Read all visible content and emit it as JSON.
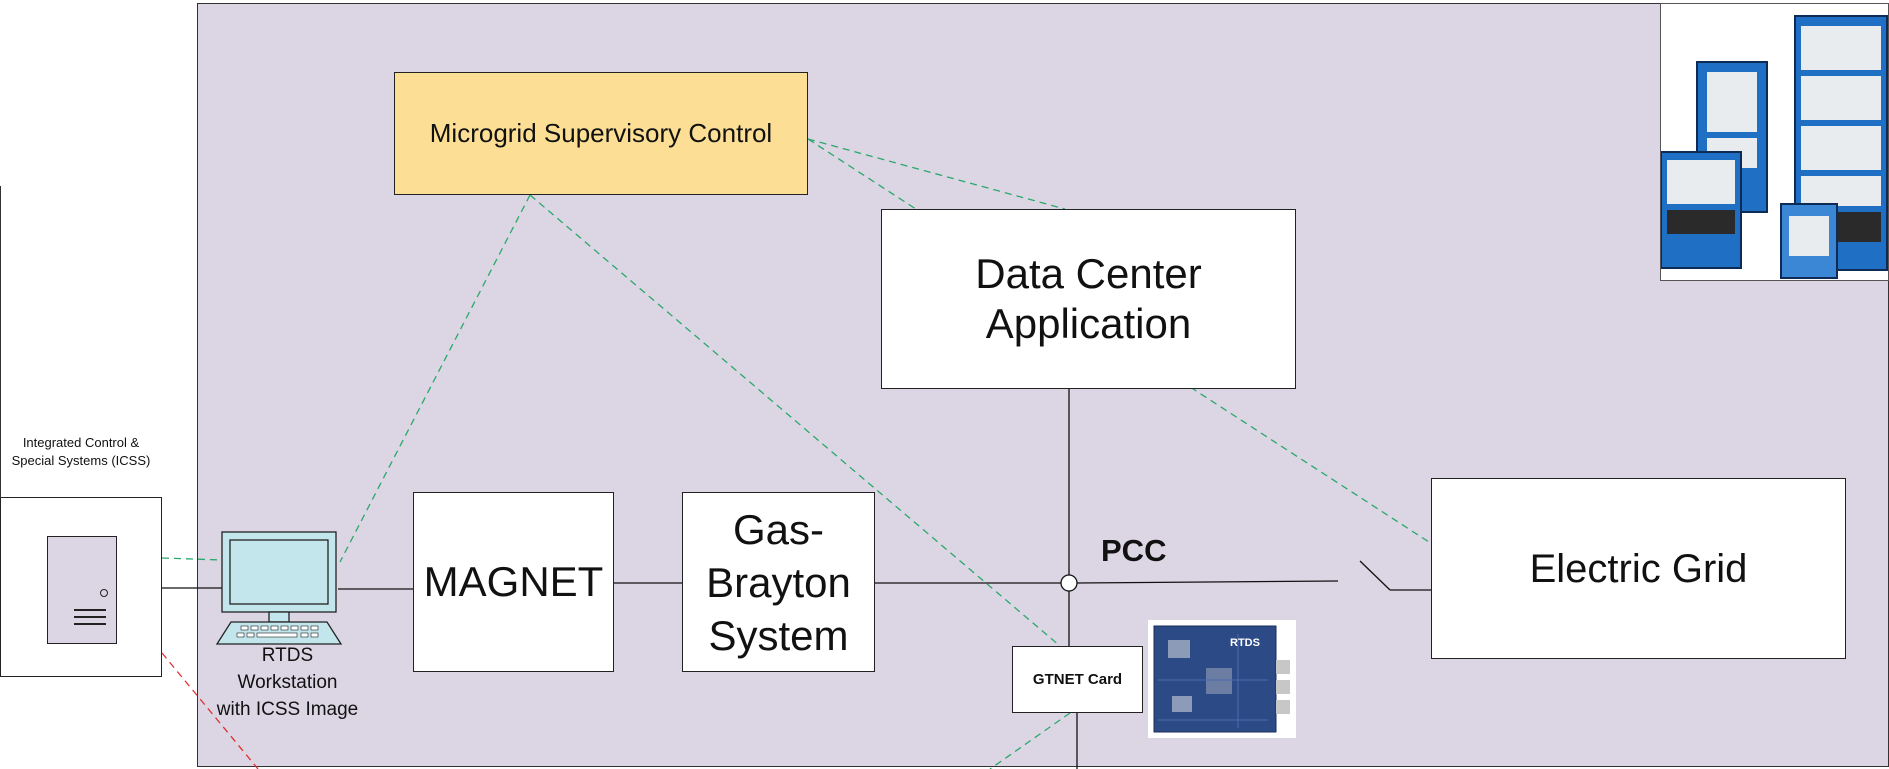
{
  "diagram": {
    "icss_label": "Integrated Control &\nSpecial Systems (ICSS)",
    "workstation_label": "RTDS\nWorkstation\nwith ICSS Image",
    "microgrid_label": "Microgrid Supervisory Control",
    "datacenter_label": "Data Center\nApplication",
    "magnet_label": "MAGNET",
    "gas_label": "Gas-\nBrayton\nSystem",
    "pcc_label": "PCC",
    "gtnet_label": "GTNET Card",
    "grid_label": "Electric Grid",
    "board_logo": "RTDS"
  },
  "colors": {
    "panel": "#dcd6e4",
    "microgrid_box": "#fcdf95",
    "dashed_green": "#2aa86a",
    "dashed_red": "#e03030",
    "rack_blue": "#1f6fc4"
  }
}
